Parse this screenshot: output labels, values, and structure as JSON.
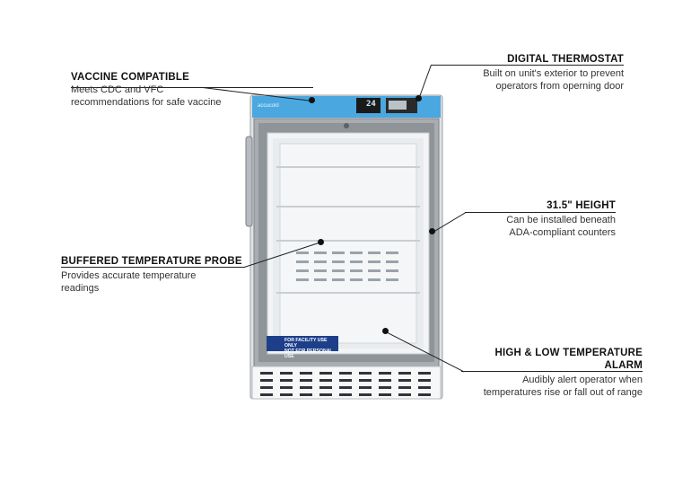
{
  "callouts": {
    "vaccine": {
      "title": "VACCINE COMPATIBLE",
      "desc1": "Meets CDC and VFC",
      "desc2": "recommendations for safe vaccine"
    },
    "thermostat": {
      "title": "DIGITAL THERMOSTAT",
      "desc1": "Built on unit's exterior to prevent",
      "desc2": "operators from operning door"
    },
    "height": {
      "title": "31.5\" HEIGHT",
      "desc1": "Can be installed beneath",
      "desc2": "ADA-compliant counters"
    },
    "probe": {
      "title": "BUFFERED TEMPERATURE PROBE",
      "desc1": "Provides accurate temperature",
      "desc2": "readings"
    },
    "alarm": {
      "title1": "HIGH & LOW TEMPERATURE",
      "title2": "ALARM",
      "desc1": "Audibly alert operator when",
      "desc2": "temperatures rise or fall out of range"
    }
  },
  "product": {
    "brand": "accucold",
    "display_temp": "24",
    "sticker_line1": "FOR FACILITY USE ONLY",
    "sticker_line2": "NOT FOR PERSONAL USE"
  },
  "colors": {
    "panel_blue": "#4aa7e0",
    "steel": "#a9adb2",
    "sticker": "#1d3f8a"
  }
}
